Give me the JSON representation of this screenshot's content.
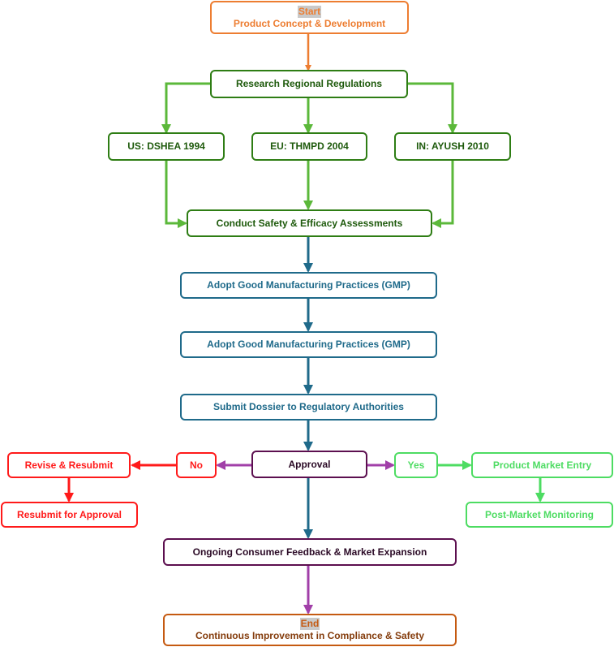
{
  "diagram": {
    "colors": {
      "orange": "#ed7d31",
      "dark_orange": "#c55a11",
      "dark_green": "#2e7d14",
      "mid_green": "#5bb83a",
      "teal": "#1f6a8a",
      "purple": "#5c0f4f",
      "magenta": "#a13fa8",
      "red": "#ff1a1a",
      "light_green": "#4ddc62"
    },
    "nodes": {
      "start": {
        "title": "Start",
        "label": "Product Concept & Development"
      },
      "research": {
        "label": "Research Regional Regulations"
      },
      "us": {
        "label": "US: DSHEA 1994"
      },
      "eu": {
        "label": "EU: THMPD 2004"
      },
      "in": {
        "label": "IN: AYUSH 2010"
      },
      "safety": {
        "label": "Conduct Safety & Efficacy Assessments"
      },
      "gmp1": {
        "label": "Adopt Good Manufacturing Practices (GMP)"
      },
      "gmp2": {
        "label": "Adopt Good Manufacturing Practices (GMP)"
      },
      "dossier": {
        "label": "Submit Dossier to Regulatory Authorities"
      },
      "approval": {
        "label": "Approval"
      },
      "no": {
        "label": "No"
      },
      "yes": {
        "label": "Yes"
      },
      "revise": {
        "label": "Revise & Resubmit"
      },
      "resubmit": {
        "label": "Resubmit for Approval"
      },
      "market_entry": {
        "label": "Product Market Entry"
      },
      "post_market": {
        "label": "Post-Market Monitoring"
      },
      "feedback": {
        "label": "Ongoing Consumer Feedback & Market Expansion"
      },
      "end": {
        "title": "End",
        "label": "Continuous Improvement in Compliance & Safety"
      }
    }
  }
}
